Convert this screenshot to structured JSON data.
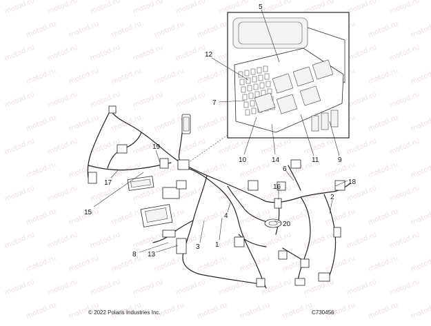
{
  "callouts": [
    {
      "text": "1"
    },
    {
      "text": "2"
    },
    {
      "text": "3"
    },
    {
      "text": "4"
    },
    {
      "text": "5"
    },
    {
      "text": "6"
    },
    {
      "text": "7"
    },
    {
      "text": "8"
    },
    {
      "text": "9"
    },
    {
      "text": "10"
    },
    {
      "text": "11"
    },
    {
      "text": "12"
    },
    {
      "text": "13"
    },
    {
      "text": "14"
    },
    {
      "text": "15"
    },
    {
      "text": "16"
    },
    {
      "text": "17"
    },
    {
      "text": "18"
    },
    {
      "text": "19"
    },
    {
      "text": "20"
    }
  ],
  "footer": {
    "copyright": "© 2022 Polaris Industries Inc.",
    "figure_id": "C730456"
  },
  "watermark": {
    "text": "motod.ru"
  }
}
